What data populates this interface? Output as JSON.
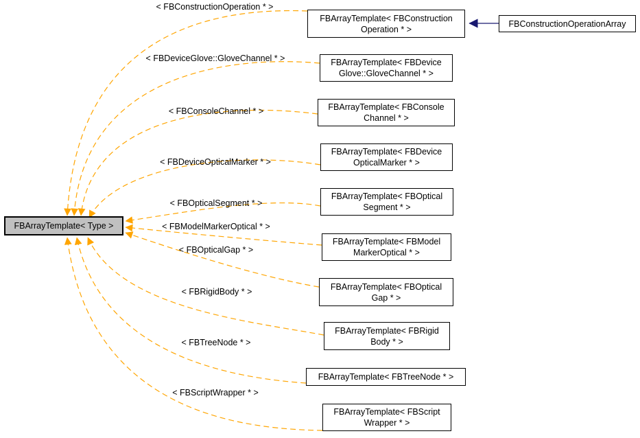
{
  "diagram": {
    "colors": {
      "instantiation_edge": "#ffa500",
      "inheritance_edge": "#191970",
      "template_fill": "#c0c0c0",
      "node_fill": "#ffffff",
      "node_border": "#000000",
      "text": "#000000"
    },
    "template_node": {
      "label": "FBArrayTemplate< Type >"
    },
    "inheritance": {
      "derived_label": "FBConstructionOperationArray"
    },
    "instantiations": [
      {
        "edge_label": "< FBConstructionOperation * >",
        "node_label": [
          "FBArrayTemplate< FBConstruction",
          "Operation * >"
        ]
      },
      {
        "edge_label": "< FBDeviceGlove::GloveChannel * >",
        "node_label": [
          "FBArrayTemplate< FBDevice",
          "Glove::GloveChannel * >"
        ]
      },
      {
        "edge_label": "< FBConsoleChannel * >",
        "node_label": [
          "FBArrayTemplate< FBConsole",
          "Channel * >"
        ]
      },
      {
        "edge_label": "< FBDeviceOpticalMarker * >",
        "node_label": [
          "FBArrayTemplate< FBDevice",
          "OpticalMarker * >"
        ]
      },
      {
        "edge_label": "< FBOpticalSegment * >",
        "node_label": [
          "FBArrayTemplate< FBOptical",
          "Segment * >"
        ]
      },
      {
        "edge_label": "< FBModelMarkerOptical * >",
        "node_label": [
          "FBArrayTemplate< FBModel",
          "MarkerOptical * >"
        ]
      },
      {
        "edge_label": "< FBOpticalGap * >",
        "node_label": [
          "FBArrayTemplate< FBOptical",
          "Gap * >"
        ]
      },
      {
        "edge_label": "< FBRigidBody * >",
        "node_label": [
          "FBArrayTemplate< FBRigid",
          "Body * >"
        ]
      },
      {
        "edge_label": "< FBTreeNode * >",
        "node_label": [
          "FBArrayTemplate< FBTreeNode * >"
        ]
      },
      {
        "edge_label": "< FBScriptWrapper * >",
        "node_label": [
          "FBArrayTemplate< FBScript",
          "Wrapper * >"
        ]
      }
    ]
  }
}
